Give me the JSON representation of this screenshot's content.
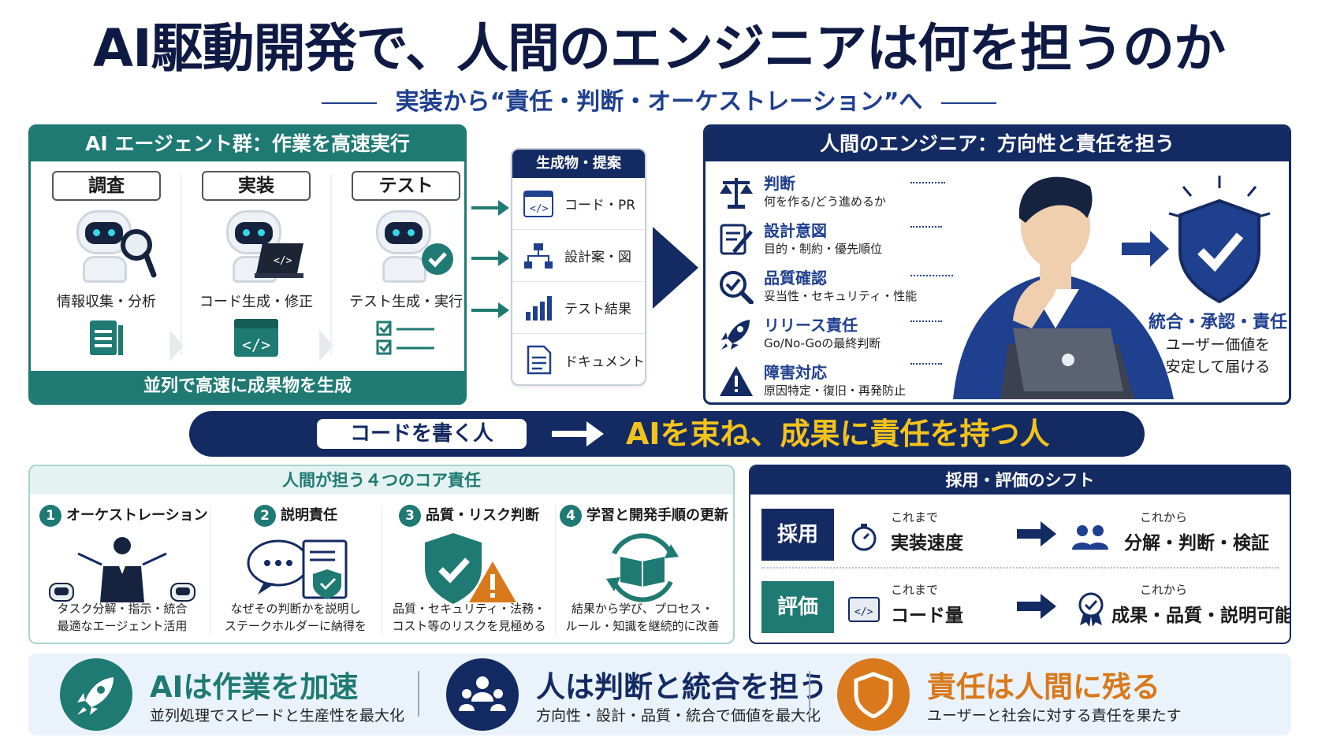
{
  "title": "AI駆動開発で、人間のエンジニアは何を担うのか",
  "subtitle": "実装から“責任・判断・オーケストレーション”へ",
  "ai_panel": {
    "header": "AI エージェント群：作業を高速実行",
    "footer": "並列で高速に成果物を生成",
    "steps": [
      {
        "tag": "調査",
        "caption": "情報収集・分析"
      },
      {
        "tag": "実装",
        "caption": "コード生成・修正"
      },
      {
        "tag": "テスト",
        "caption": "テスト生成・実行"
      }
    ]
  },
  "outputs": {
    "header": "生成物・提案",
    "items": [
      "コード・PR",
      "設計案・図",
      "テスト結果",
      "ドキュメント"
    ]
  },
  "human_panel": {
    "header": "人間のエンジニア：方向性と責任を担う",
    "items": [
      {
        "title": "判断",
        "sub": "何を作る/どう進めるか"
      },
      {
        "title": "設計意図",
        "sub": "目的・制約・優先順位"
      },
      {
        "title": "品質確認",
        "sub": "妥当性・セキュリティ・性能"
      },
      {
        "title": "リリース責任",
        "sub": "Go/No-Goの最終判断"
      },
      {
        "title": "障害対応",
        "sub": "原因特定・復旧・再発防止"
      }
    ],
    "result_title": "統合・承認・責任",
    "result_line1": "ユーザー価値を",
    "result_line2": "安定して届ける"
  },
  "shift": {
    "from": "コードを書く人",
    "to": "AIを束ね、成果に責任を持つ人"
  },
  "core": {
    "header": "人間が担う４つのコア責任",
    "items": [
      {
        "num": "1",
        "title": "オーケストレーション",
        "line1": "タスク分解・指示・統合",
        "line2": "最適なエージェント活用"
      },
      {
        "num": "2",
        "title": "説明責任",
        "line1": "なぜその判断かを説明し",
        "line2": "ステークホルダーに納得を"
      },
      {
        "num": "3",
        "title": "品質・リスク判断",
        "line1": "品質・セキュリティ・法務・",
        "line2": "コスト等のリスクを見極める"
      },
      {
        "num": "4",
        "title": "学習と開発手順の更新",
        "line1": "結果から学び、プロセス・",
        "line2": "ルール・知識を継続的に改善"
      }
    ]
  },
  "hiring": {
    "header": "採用・評価のシフト",
    "rows": [
      {
        "label": "採用",
        "before_small": "これまで",
        "before": "実装速度",
        "after_small": "これから",
        "after": "分解・判断・検証",
        "color": "#142a63"
      },
      {
        "label": "評価",
        "before_small": "これまで",
        "before": "コード量",
        "after_small": "これから",
        "after": "成果・品質・説明可能性",
        "color": "#1e7a72"
      }
    ]
  },
  "bottom": [
    {
      "title": "AIは作業を加速",
      "sub": "並列処理でスピードと生産性を最大化",
      "color": "#1e7a72"
    },
    {
      "title": "人は判断と統合を担う",
      "sub": "方向性・設計・品質・統合で価値を最大化",
      "color": "#142a63"
    },
    {
      "title": "責任は人間に残る",
      "sub": "ユーザーと社会に対する責任を果たす",
      "color": "#d9791c"
    }
  ]
}
